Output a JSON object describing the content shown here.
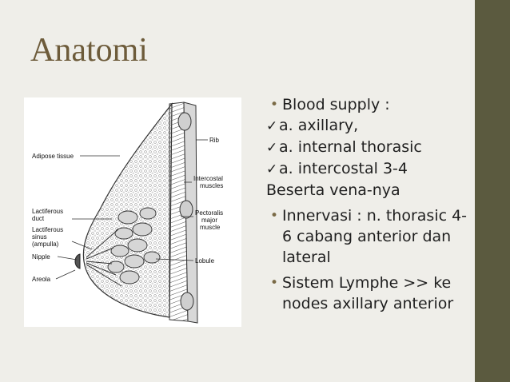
{
  "slide": {
    "title": "Anatomi",
    "colors": {
      "background": "#efeee9",
      "sidebar": "#5b5a3f",
      "title": "#6d5b3a",
      "text": "#1f1f1f",
      "bullet": "#7a6a46"
    }
  },
  "figure": {
    "description_icon": "breast-anatomy-illustration",
    "labels": {
      "adipose": "Adipose tissue",
      "rib": "Rib",
      "intercostal_1": "Intercostal",
      "intercostal_2": "muscles",
      "lactiferous_duct_1": "Lactiferous",
      "lactiferous_duct_2": "duct",
      "lactiferous_sinus_1": "Lactiferous",
      "lactiferous_sinus_2": "sinus",
      "lactiferous_sinus_3": "(ampulla)",
      "nipple": "Nipple",
      "areola": "Areola",
      "pectoralis_1": "Pectoralis",
      "pectoralis_2": "major",
      "pectoralis_3": "muscle",
      "lobule": "Lobule"
    }
  },
  "content": {
    "blood_supply": "Blood supply :",
    "check_glyph": "✓",
    "arteries": [
      "a. axillary,",
      "a. internal thorasic",
      "a. intercostal 3-4"
    ],
    "veins": "Beserta vena-nya",
    "innervation": "Innervasi : n. thorasic 4-6 cabang anterior dan lateral",
    "lymph": "Sistem Lymphe >> ke nodes axillary anterior"
  }
}
